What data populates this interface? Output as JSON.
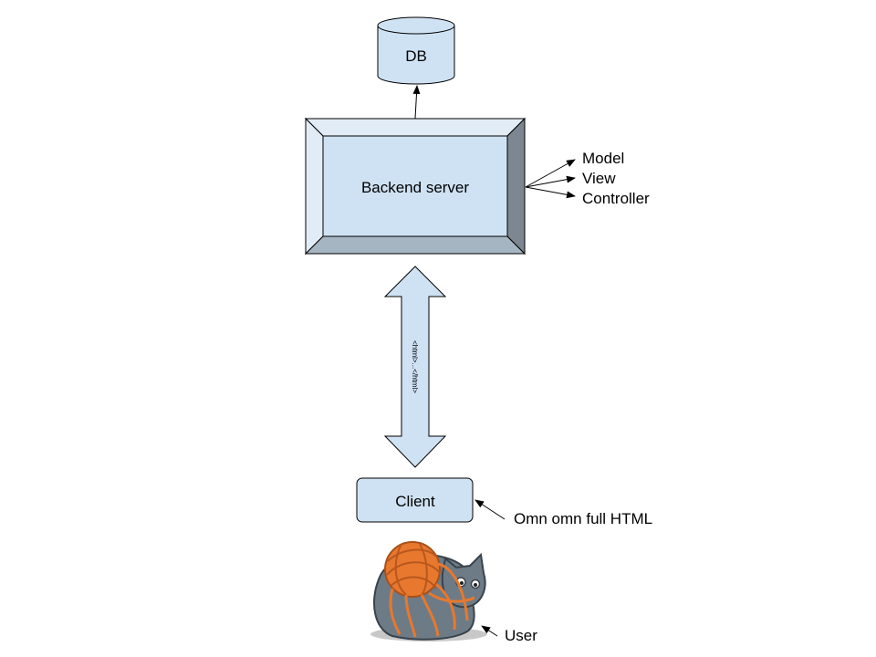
{
  "nodes": {
    "db": {
      "label": "DB"
    },
    "backend": {
      "label": "Backend server"
    },
    "client": {
      "label": "Client"
    }
  },
  "mvc": {
    "model": "Model",
    "view": "View",
    "controller": "Controller"
  },
  "connector": {
    "label": "<html>...</html>"
  },
  "annotations": {
    "client_note": "Omn omn full HTML",
    "user": "User"
  },
  "colors": {
    "box_fill": "#cfe2f3",
    "box_light": "#e2ecf6",
    "box_mid": "#a6b5c2",
    "box_dark": "#7c8791",
    "stroke": "#000000",
    "yarn": "#e8782e",
    "cat": "#6d7b87",
    "shadow": "#c8c8c8"
  }
}
